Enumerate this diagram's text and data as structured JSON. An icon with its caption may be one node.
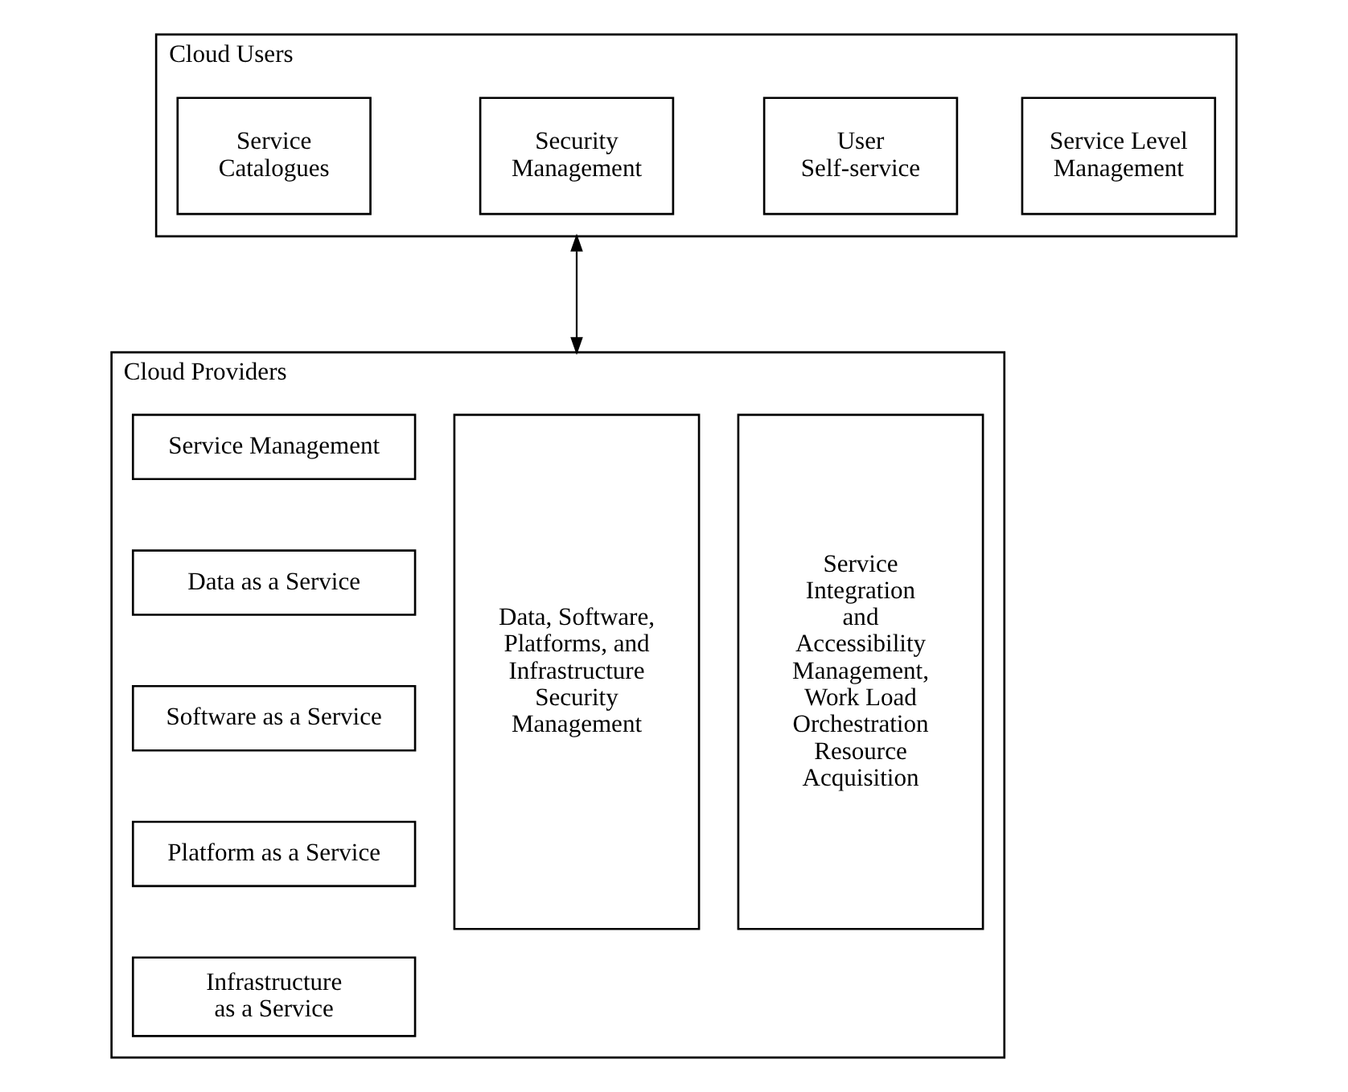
{
  "diagram": {
    "nodes": [
      {
        "text": [
          "Cloud Users"
        ]
      },
      {
        "text": [
          "Service Catalogues"
        ],
        "in": 0
      },
      {
        "text": [
          "Security Management"
        ],
        "in": 0
      },
      {
        "text": [
          "User Self-service"
        ],
        "in": 0
      },
      {
        "text": [
          "Service Level Management"
        ],
        "in": 0
      },
      {
        "text": [
          "Cloud Providers"
        ]
      },
      {
        "text": [
          "Service Management"
        ],
        "in": 5
      },
      {
        "text": [
          "Data as a Service"
        ],
        "in": 5
      },
      {
        "text": [
          "Software as a Service"
        ],
        "in": 5
      },
      {
        "text": [
          "Platform as a Service"
        ],
        "in": 5
      },
      {
        "text": [
          "Infrastructure as a Service"
        ],
        "in": 5
      },
      {
        "text": [
          "Data, Software, Platforms, and Infrastructure Security Management"
        ],
        "in": 5
      },
      {
        "text": [
          "Service Integration and Accessibility Management, Work Load Orchestration Resource Acquisition"
        ],
        "in": 5
      }
    ],
    "edges": [
      {
        "from": 0,
        "to": 5,
        "arrow": "both"
      }
    ]
  }
}
